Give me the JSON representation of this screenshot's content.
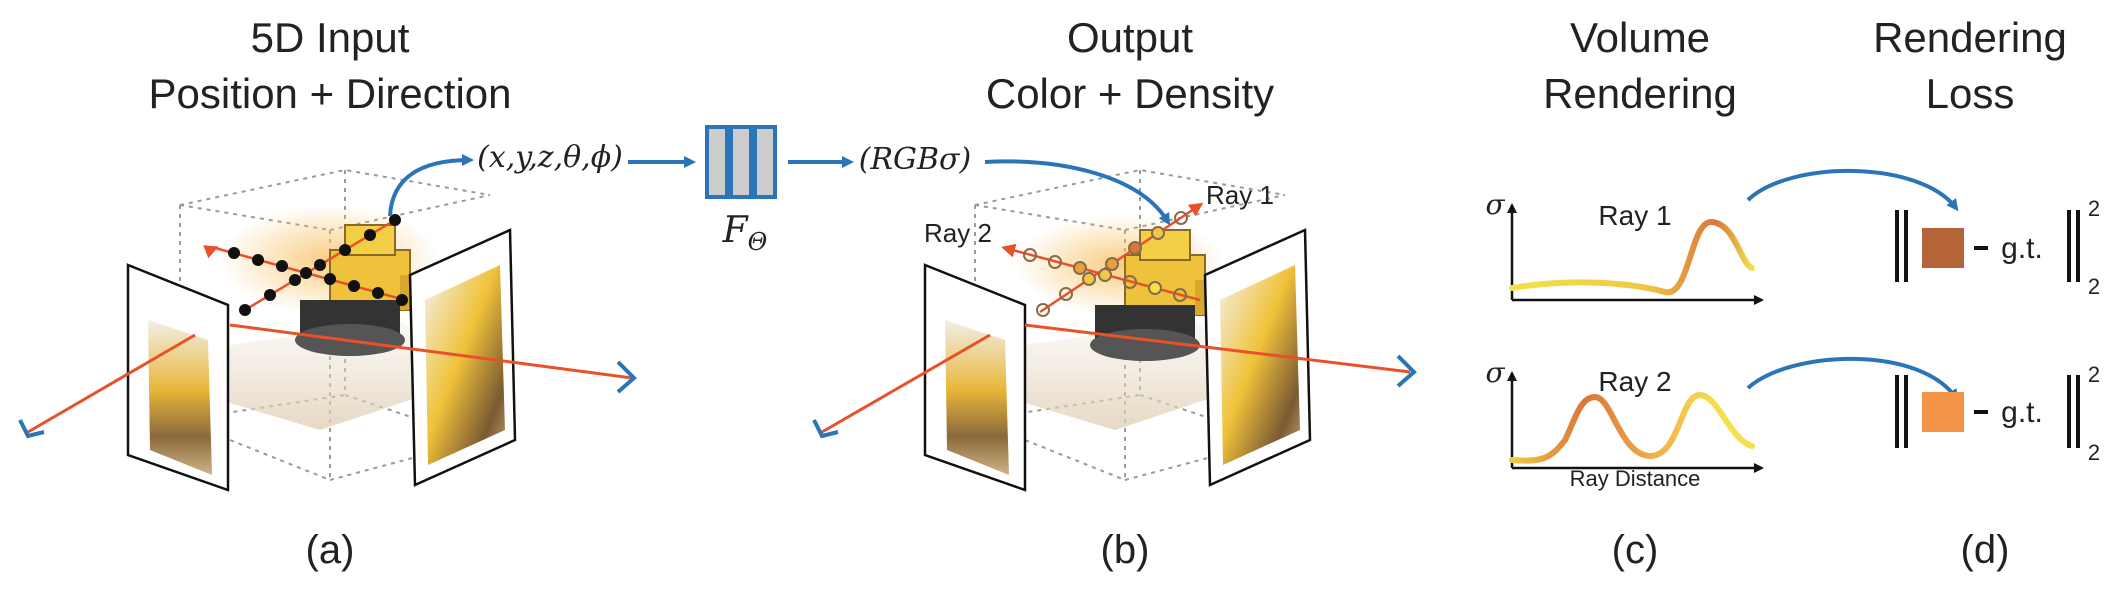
{
  "headers": {
    "a_line1": "5D Input",
    "a_line2": "Position + Direction",
    "b_line1": "Output",
    "b_line2": "Color + Density",
    "c_line1": "Volume",
    "c_line2": "Rendering",
    "d_line1": "Rendering",
    "d_line2": "Loss"
  },
  "panel_a": {
    "input_tuple": "(x,y,z,θ,ϕ)",
    "caption": "(a)"
  },
  "network": {
    "label_main": "F",
    "label_sub": "Θ"
  },
  "panel_b": {
    "output_tuple": "(RGBσ)",
    "ray1_label": "Ray 1",
    "ray2_label": "Ray 2",
    "caption": "(b)"
  },
  "panel_c": {
    "sigma_symbol_1": "σ",
    "sigma_symbol_2": "σ",
    "ray1_label": "Ray 1",
    "ray2_label": "Ray 2",
    "x_axis_label": "Ray Distance",
    "caption": "(c)"
  },
  "panel_d": {
    "gt_label_1": "g.t.",
    "gt_label_2": "g.t.",
    "superscript_1": "2",
    "subscript_1": "2",
    "superscript_2": "2",
    "subscript_2": "2",
    "swatch_color_1": "#b5643a",
    "swatch_color_2": "#f39446",
    "caption": "(d)"
  },
  "colors": {
    "arrow_blue": "#2a75b8",
    "ray_red": "#e8512a",
    "curve_start": "#f4e04a",
    "curve_end": "#d9763a"
  }
}
